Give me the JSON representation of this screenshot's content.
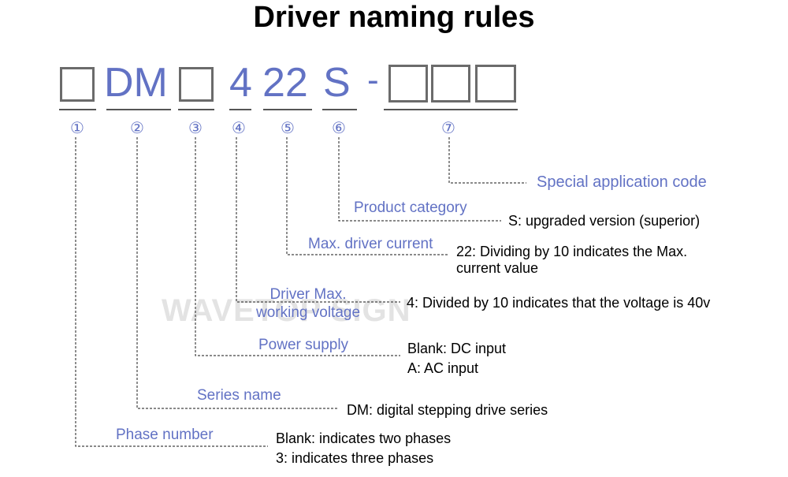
{
  "title": "Driver naming rules",
  "model_code": {
    "dm": "DM",
    "voltage": "4",
    "current": "22",
    "category": "S",
    "dash": "-"
  },
  "fields": [
    {
      "number": "①",
      "label": "Phase number",
      "desc": [
        "Blank: indicates two phases",
        "3: indicates three phases"
      ]
    },
    {
      "number": "②",
      "label": "Series name",
      "desc": [
        "DM: digital stepping drive series"
      ]
    },
    {
      "number": "③",
      "label": "Power supply",
      "desc": [
        "Blank: DC input",
        "A: AC input"
      ]
    },
    {
      "number": "④",
      "label": "Driver Max.\nworking voltage",
      "desc": [
        "4: Divided by 10 indicates that the voltage is 40v"
      ]
    },
    {
      "number": "⑤",
      "label": "Max. driver current",
      "desc": [
        "22: Dividing by 10 indicates the Max.",
        "current value"
      ]
    },
    {
      "number": "⑥",
      "label": "Product category",
      "desc": [
        "S: upgraded version (superior)"
      ]
    },
    {
      "number": "⑦",
      "label": "Special application code",
      "desc": []
    }
  ],
  "watermark": "WAVETOP SIGN",
  "colors": {
    "accent": "#6272c4",
    "text": "#000000",
    "line": "#444444",
    "box": "#6b6b6b"
  }
}
